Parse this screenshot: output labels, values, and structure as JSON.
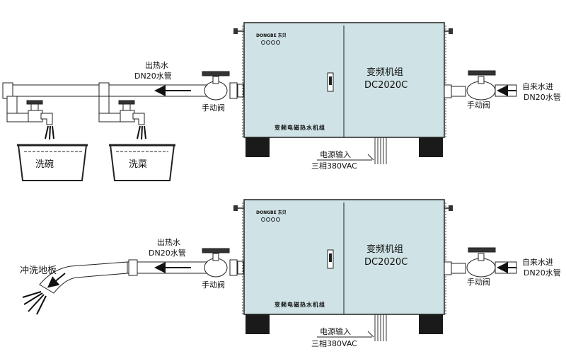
{
  "units": [
    {
      "brand": "DONGBE 东贝",
      "title_line1": "变频机组",
      "title_line2": "DC2020C",
      "nameplate": "变频电磁热水机组",
      "outlet_label": "出热水",
      "outlet_spec": "DN20水管",
      "outlet_valve_label": "手动阀",
      "inlet_label": "自来水进",
      "inlet_spec": "DN20水管",
      "inlet_valve_label": "手动阀",
      "power_label": "电源输入",
      "power_spec": "三相380VAC",
      "basins": [
        "洗碗",
        "洗菜"
      ]
    },
    {
      "brand": "DONGBE 东贝",
      "title_line1": "变频机组",
      "title_line2": "DC2020C",
      "nameplate": "变频电磁热水机组",
      "outlet_label": "出热水",
      "outlet_spec": "DN20水管",
      "outlet_valve_label": "手动阀",
      "inlet_label": "自来水进",
      "inlet_spec": "DN20水管",
      "inlet_valve_label": "手动阀",
      "power_label": "电源输入",
      "power_spec": "三相380VAC",
      "floor_label": "冲洗地板"
    }
  ],
  "colors": {
    "cabinet": "#cfe3e6",
    "line": "#222222",
    "pipe": "#ffffff",
    "feet": "#1a1a1a",
    "water": "#111111"
  }
}
